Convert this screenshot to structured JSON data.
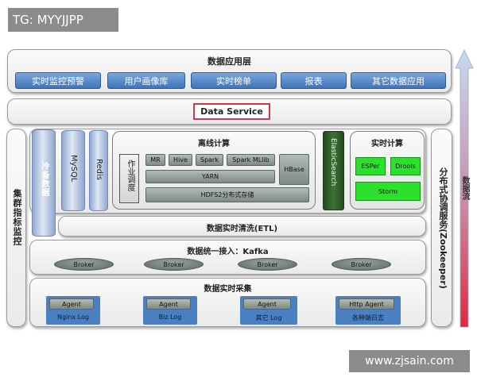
{
  "watermark": "TG: MYYJJPP",
  "footer_url": "www.zjsain.com",
  "app_layer": {
    "title": "数据应用层",
    "items": [
      "实时监控预警",
      "用户画像库",
      "实时榜单",
      "报表",
      "其它数据应用"
    ]
  },
  "data_service": {
    "label": "Data Service"
  },
  "cluster_monitor": {
    "label": "集群指标监控"
  },
  "storage": {
    "cold_data": "冷备数据",
    "mysql": "MySQL",
    "redis": "Redis"
  },
  "offline": {
    "title": "离线计算",
    "scheduler": "作业调度",
    "engines": [
      "MR",
      "Hive",
      "Spark",
      "Spark MLlib"
    ],
    "hbase": "HBase",
    "yarn": "YARN",
    "hdfs": "HDFS2分布式存储"
  },
  "elasticsearch": {
    "label": "ElasticSearch"
  },
  "realtime": {
    "title": "实时计算",
    "esper": "ESPer",
    "drools": "Drools",
    "storm": "Storm"
  },
  "zookeeper": {
    "label": "分布式协调服务(Zookeeper)"
  },
  "etl": {
    "label": "数据实时清洗(ETL)"
  },
  "kafka": {
    "title": "数据统一接入：Kafka",
    "brokers": [
      "Broker",
      "Broker",
      "Broker",
      "Broker"
    ]
  },
  "collect": {
    "title": "数据实时采集",
    "agents": [
      {
        "label": "Agent",
        "caption": "Nginx Log"
      },
      {
        "label": "Agent",
        "caption": "Biz Log"
      },
      {
        "label": "Agent",
        "caption": "其它 Log"
      },
      {
        "label": "Http Agent",
        "caption": "各种端日志"
      }
    ]
  },
  "data_flow": {
    "label": "数据流"
  },
  "colors": {
    "accent_red": "#d6364b",
    "blue": "#4a7fc1",
    "green": "#2ee02e",
    "dark_green": "#2f5e2a"
  }
}
